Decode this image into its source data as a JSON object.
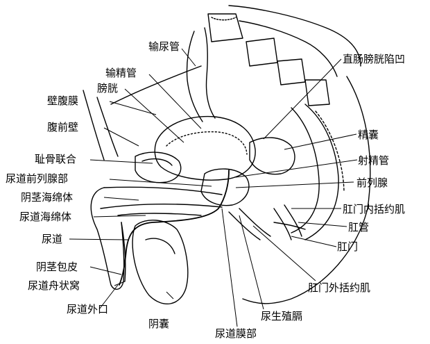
{
  "labels": {
    "vas_deferens_ureter": "输尿管",
    "vas_deferens": "输精管",
    "bladder": "膀胱",
    "parietal_peritoneum": "壁腹膜",
    "anterior_abdominal_wall": "腹前壁",
    "pubic_symphysis": "耻骨联合",
    "prostatic_urethra": "尿道前列腺部",
    "corpus_cavernosum": "阴茎海绵体",
    "corpus_spongiosum": "尿道海绵体",
    "urethra": "尿道",
    "prepuce": "阴茎包皮",
    "navicular_fossa": "尿道舟状窝",
    "external_urethral_orifice": "尿道外口",
    "scrotum": "阴囊",
    "membranous_urethra": "尿道膜部",
    "urogenital_diaphragm": "尿生殖膈",
    "external_anal_sphincter": "肛门外括约肌",
    "anus": "肛门",
    "anal_canal": "肛管",
    "internal_anal_sphincter": "肛门内括约肌",
    "prostate": "前列腺",
    "ejaculatory_duct": "射精管",
    "seminal_vesicle": "精囊",
    "rectovesical_pouch": "直肠膀胱陷凹"
  }
}
